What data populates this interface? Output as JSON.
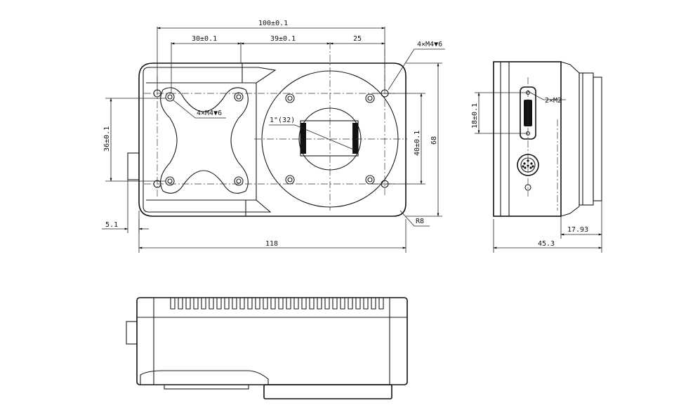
{
  "front_view": {
    "dim_overall_width": "100±0.1",
    "dim_left_span": "30±0.1",
    "dim_mid_span": "39±0.1",
    "dim_right_span": "25",
    "dim_thread_right": "4×M4▼6",
    "dim_thread_left": "4×M4▼6",
    "dim_lens": "1\"(32)",
    "dim_height_left": "36±0.1",
    "dim_height_right": "40±0.1",
    "dim_total_height": "68",
    "dim_offset": "5.1",
    "dim_radius": "R8",
    "dim_total_width": "118"
  },
  "side_view": {
    "dim_thread": "2×M2",
    "dim_pitch": "18±0.1",
    "dim_depth": "17.93",
    "dim_total_depth": "45.3"
  },
  "colors": {
    "line": "#1a1a1a",
    "background": "#ffffff"
  }
}
